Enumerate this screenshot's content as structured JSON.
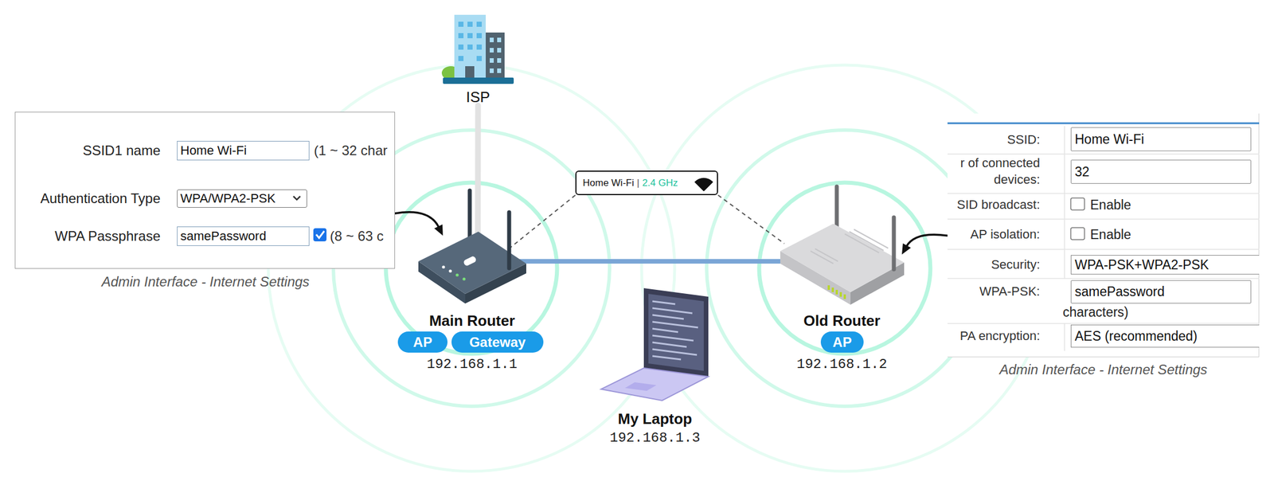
{
  "diagram": {
    "nodes": [
      {
        "text": [
          "ISP"
        ]
      },
      {
        "text": [
          "Main Router",
          "192.168.1.1"
        ]
      },
      {
        "text": [
          "AP"
        ],
        "in": 1
      },
      {
        "text": [
          "Gateway"
        ],
        "in": 1
      },
      {
        "text": [
          "Old Router",
          "192.168.1.2"
        ]
      },
      {
        "text": [
          "AP"
        ],
        "in": 4
      },
      {
        "text": [
          "My Laptop",
          "192.168.1.3"
        ]
      },
      {
        "text": [
          "Home Wi-Fi",
          "|",
          "2.4 GHz"
        ]
      },
      {
        "text": [
          "SSID1 name",
          "Home Wi-Fi",
          "(1 ~ 32 char",
          "Authentication Type",
          "WPA/WPA2-PSK",
          "WPA Passphrase",
          "samePassword",
          "(8 ~ 63 c",
          "Admin Interface - Internet Settings"
        ]
      },
      {
        "text": [
          "SSID:",
          "Home Wi-Fi",
          "r of connected devices:",
          "32",
          "SID broadcast:",
          "Enable",
          "AP isolation:",
          "Enable",
          "Security:",
          "WPA-PSK+WPA2-PSK",
          "WPA-PSK:",
          "samePassword",
          "characters)",
          "PA encryption:",
          "AES (recommended)",
          "Admin Interface - Internet Settings"
        ]
      }
    ],
    "edges": [
      {
        "from": 0,
        "to": 1,
        "arrow": "none"
      },
      {
        "from": 1,
        "to": 4,
        "arrow": "none"
      },
      {
        "from": 7,
        "to": 1,
        "arrow": "none"
      },
      {
        "from": 7,
        "to": 4,
        "arrow": "none"
      },
      {
        "from": 8,
        "to": 1,
        "arrow": "to"
      },
      {
        "from": 9,
        "to": 4,
        "arrow": "to"
      }
    ]
  }
}
